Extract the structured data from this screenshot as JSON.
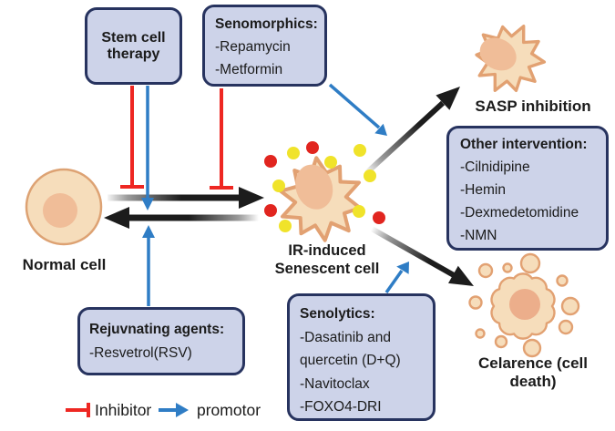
{
  "figure": {
    "type": "biology-pathway-diagram",
    "topic": "Interventions targeting IR-induced cellular senescence"
  },
  "colors": {
    "box_fill": "#cdd3e9",
    "box_border": "#27335f",
    "cell_fill": "#f6ddbb",
    "cell_stroke": "#e2a172",
    "nucleus_fill": "#f0bd98",
    "inhibitor_red": "#ee2722",
    "promotor_blue": "#2f7dc5",
    "arrow_black": "#1c1c1c",
    "dot_red": "#e1251f",
    "dot_yellow": "#f0e32a"
  },
  "icons": {
    "normal_cell": "round-cell-icon",
    "senescent_cell": "spiky-cell-icon",
    "sasp_cell": "spiky-cell-icon",
    "clearance_cell": "apoptotic-cell-icon",
    "inhibitor": "t-bar-icon",
    "promotor": "arrow-icon"
  },
  "boxes": {
    "stem_cell_therapy": {
      "title": "Stem cell therapy"
    },
    "senomorphics": {
      "title": "Senomorphics:",
      "items": [
        "-Repamycin",
        "-Metformin"
      ]
    },
    "other_intervention": {
      "title": "Other intervention:",
      "items": [
        "-Cilnidipine",
        "-Hemin",
        "-Dexmedetomidine",
        "-NMN"
      ]
    },
    "senolytics": {
      "title": "Senolytics:",
      "items": [
        "-Dasatinib and quercetin (D+Q)",
        "-Navitoclax",
        "-FOXO4-DRI"
      ]
    },
    "rejuvenating_agents": {
      "title": "Rejuvnating agents:",
      "items": [
        "-Resvetrol(RSV)"
      ]
    }
  },
  "labels": {
    "normal_cell": "Normal cell",
    "senescent_cell": "IR-induced Senescent cell",
    "sasp_inhibition": "SASP inhibition",
    "clearance": "Celarence (cell death)"
  },
  "legend": {
    "inhibitor": "Inhibitor",
    "promotor": "promotor"
  }
}
